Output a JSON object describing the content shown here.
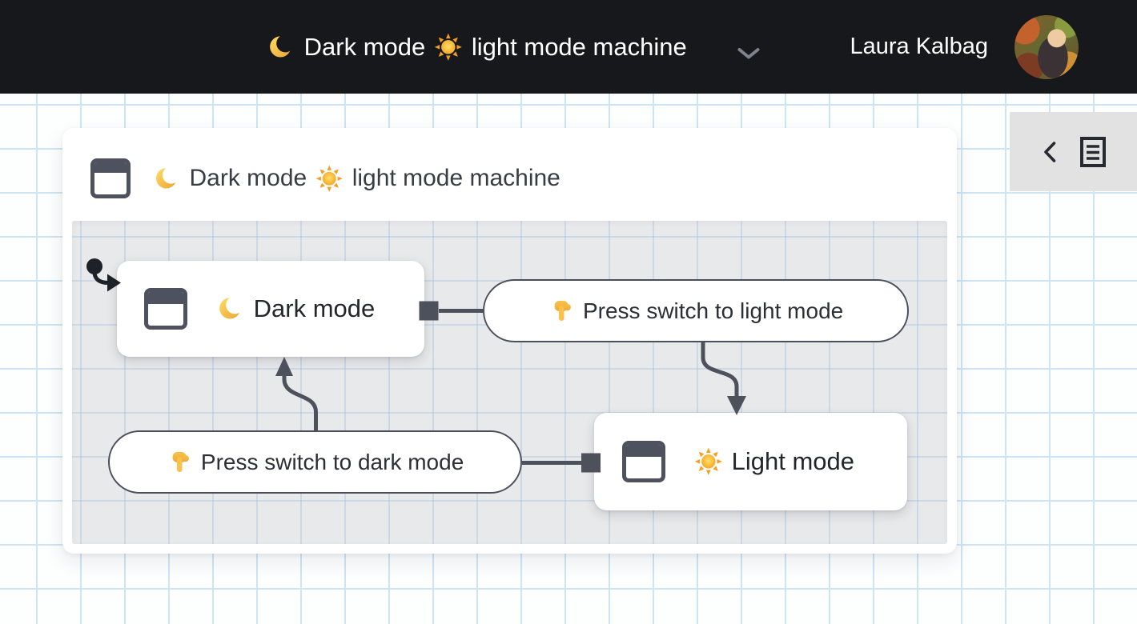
{
  "header": {
    "title": "🌙 Dark mode ☀️ light mode machine",
    "title_parts": [
      {
        "emoji": "moon",
        "char": "🌙"
      },
      {
        "text": "Dark mode"
      },
      {
        "emoji": "sun",
        "char": "☀️"
      },
      {
        "text": "light mode machine"
      }
    ],
    "user_name": "Laura Kalbag"
  },
  "side_panel": {
    "icons": [
      "chevron-left",
      "document-outline"
    ]
  },
  "machine": {
    "title": "🌙 Dark mode ☀️ light mode machine",
    "title_parts": [
      {
        "emoji": "moon",
        "char": "🌙"
      },
      {
        "text": "Dark mode"
      },
      {
        "emoji": "sun",
        "char": "☀️"
      },
      {
        "text": "light mode machine"
      }
    ],
    "states": {
      "dark": {
        "label": "🌙 Dark mode",
        "parts": [
          {
            "emoji": "moon",
            "char": "🌙"
          },
          {
            "text": "Dark mode"
          }
        ],
        "initial": true
      },
      "light": {
        "label": "☀️ Light mode",
        "parts": [
          {
            "emoji": "sun",
            "char": "☀️"
          },
          {
            "text": "Light mode"
          }
        ]
      }
    },
    "events": {
      "to_light": {
        "label": "👇 Press switch to light mode",
        "parts": [
          {
            "emoji": "hand-down",
            "char": "👇"
          },
          {
            "text": "Press switch to light mode"
          }
        ]
      },
      "to_dark": {
        "label": "👇 Press switch to dark mode",
        "parts": [
          {
            "emoji": "hand-down",
            "char": "👇"
          },
          {
            "text": "Press switch to dark mode"
          }
        ]
      }
    },
    "transitions": [
      {
        "from": "Dark mode",
        "event": "Press switch to light mode",
        "to": "Light mode"
      },
      {
        "from": "Light mode",
        "event": "Press switch to dark mode",
        "to": "Dark mode"
      }
    ]
  },
  "colors": {
    "header_bg": "#17181b",
    "connector": "#4c515c",
    "grid_line": "#cde4f5",
    "region_bg": "#e8e9eb",
    "card_bg": "#ffffff",
    "panel_bg": "#e2e2e3"
  }
}
